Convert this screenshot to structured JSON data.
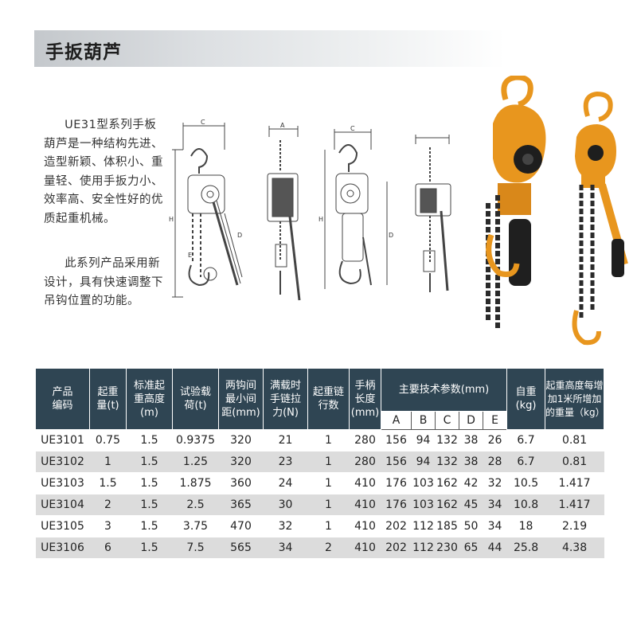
{
  "title": "手扳葫芦",
  "description": {
    "para1": [
      "UE31型系列手板",
      "葫芦是一种结构先进、",
      "造型新颖、体积小、重",
      "量轻、使用手扳力小、",
      "效率高、安全性好的优",
      "质起重机械。"
    ],
    "para2": [
      "此系列产品采用新",
      "设计，具有快速调整下",
      "吊钩位置的功能。"
    ]
  },
  "drawing_labels": {
    "c": "C",
    "a": "A",
    "h": "H",
    "d": "D",
    "e": "E"
  },
  "table": {
    "headers": {
      "model": [
        "产品",
        "编码"
      ],
      "capacity": [
        "起重",
        "量(t)"
      ],
      "lift": [
        "标准起",
        "重高度",
        "(m)"
      ],
      "test_load": [
        "试验载",
        "荷(t)"
      ],
      "min_distance": [
        "两钩间",
        "最小间",
        "距(mm)"
      ],
      "pull_force": [
        "满载时",
        "手链拉",
        "力(N)"
      ],
      "chain_falls": [
        "起重链",
        "行数"
      ],
      "handle_length": [
        "手柄",
        "长度",
        "(mm)"
      ],
      "tech_params": "主要技术参数(mm)",
      "net_weight": [
        "自重",
        "(kg)"
      ],
      "extra_weight": [
        "起重高度每增",
        "加1米所增加",
        "的重量（kg）"
      ]
    },
    "sub_headers": [
      "A",
      "B",
      "C",
      "D",
      "E"
    ],
    "rows": [
      [
        "UE3101",
        "0.75",
        "1.5",
        "0.9375",
        "320",
        "21",
        "1",
        "280",
        "156",
        "94",
        "132",
        "38",
        "26",
        "6.7",
        "0.81"
      ],
      [
        "UE3102",
        "1",
        "1.5",
        "1.25",
        "320",
        "23",
        "1",
        "280",
        "156",
        "94",
        "132",
        "38",
        "28",
        "6.7",
        "0.81"
      ],
      [
        "UE3103",
        "1.5",
        "1.5",
        "1.875",
        "360",
        "24",
        "1",
        "410",
        "176",
        "103",
        "162",
        "42",
        "32",
        "10.5",
        "1.417"
      ],
      [
        "UE3104",
        "2",
        "1.5",
        "2.5",
        "365",
        "30",
        "1",
        "410",
        "176",
        "103",
        "162",
        "45",
        "34",
        "10.8",
        "1.417"
      ],
      [
        "UE3105",
        "3",
        "1.5",
        "3.75",
        "470",
        "32",
        "1",
        "410",
        "202",
        "112",
        "185",
        "50",
        "34",
        "18",
        "2.19"
      ],
      [
        "UE3106",
        "6",
        "1.5",
        "7.5",
        "565",
        "34",
        "2",
        "410",
        "202",
        "112",
        "230",
        "65",
        "44",
        "25.8",
        "4.38"
      ]
    ]
  },
  "colors": {
    "header_bg": "#2f4553",
    "row_alt": "#dcdcdc",
    "hoist_orange": "#e8961e",
    "chain_dark": "#222222"
  }
}
